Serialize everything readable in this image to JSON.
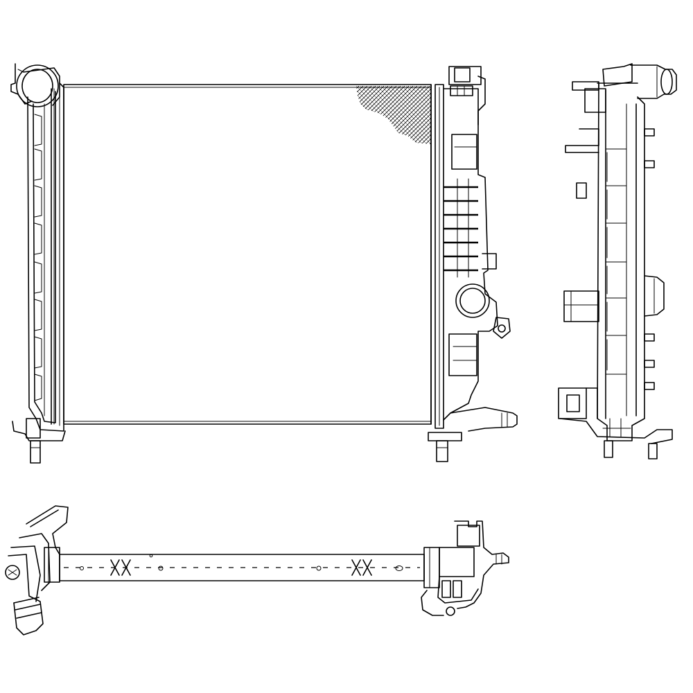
{
  "drawing": {
    "line_color": "#000000",
    "background_color": "#ffffff",
    "views": [
      "front-view",
      "side-view",
      "top-view"
    ]
  }
}
